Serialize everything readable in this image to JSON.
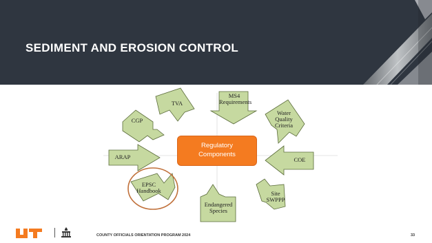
{
  "slide": {
    "title": "SEDIMENT AND EROSION CONTROL",
    "page_number": "33",
    "footer_text": "COUNTY OFFICIALS ORIENTATION PROGRAM 2024"
  },
  "diagram": {
    "center": {
      "line1": "Regulatory",
      "line2": "Components",
      "color": "#f47b20"
    },
    "arrow_color": "#c6d9a0",
    "highlight_circle_color": "#c0703a",
    "items": [
      {
        "id": "tva",
        "lines": [
          "TVA"
        ]
      },
      {
        "id": "ms4",
        "lines": [
          "MS4",
          "Requirements"
        ]
      },
      {
        "id": "cgp",
        "lines": [
          "CGP"
        ]
      },
      {
        "id": "water",
        "lines": [
          "Water",
          "Quality",
          "Criteria"
        ]
      },
      {
        "id": "arap",
        "lines": [
          "ARAP"
        ]
      },
      {
        "id": "coe",
        "lines": [
          "COE"
        ]
      },
      {
        "id": "epsc",
        "lines": [
          "EPSC",
          "Handbook"
        ]
      },
      {
        "id": "site",
        "lines": [
          "Site",
          "SWPPP"
        ]
      },
      {
        "id": "species",
        "lines": [
          "Endangered",
          "Species"
        ]
      }
    ]
  },
  "logos": {
    "ut": "UT",
    "ctas": "CTAS"
  }
}
